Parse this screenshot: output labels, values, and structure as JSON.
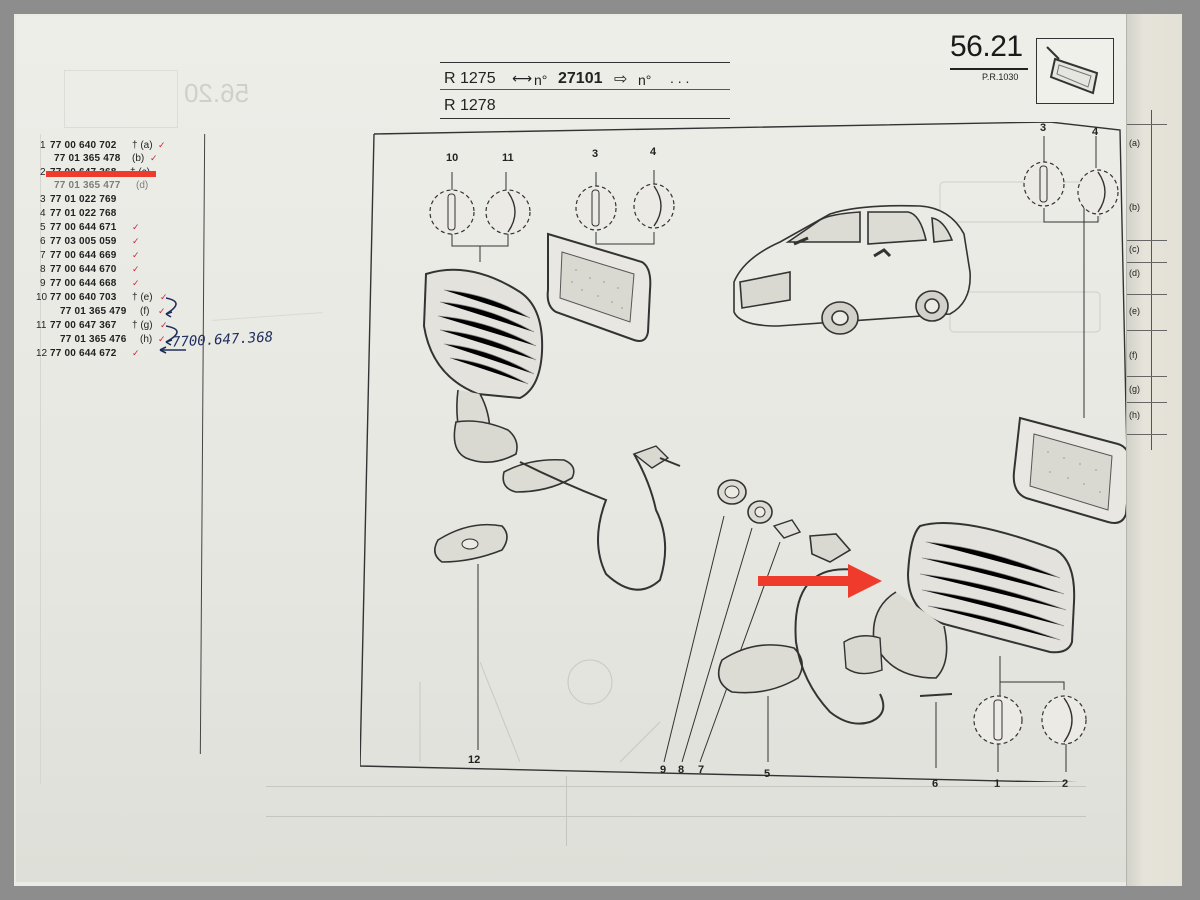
{
  "header": {
    "model_1": "R 1275",
    "no_1": "n°",
    "serial_from": "27101",
    "no_2": "n°",
    "serial_to": ". . .",
    "model_2": "R 1278"
  },
  "page_ref": {
    "section": "56.21",
    "pr": "P.R.1030",
    "ghost_section": "56.20"
  },
  "parts_list": [
    {
      "ref": "1",
      "number": "77 00 640 702",
      "note": "† (a)"
    },
    {
      "ref": "",
      "number": "77 01 365 478",
      "note": "(b)"
    },
    {
      "ref": "2",
      "number": "77 00 647 368",
      "note": "† (c)"
    },
    {
      "ref": "",
      "number": "77 01 365 477",
      "note": "(d)"
    },
    {
      "ref": "3",
      "number": "77 01 022 769",
      "note": ""
    },
    {
      "ref": "4",
      "number": "77 01 022 768",
      "note": ""
    },
    {
      "ref": "5",
      "number": "77 00 644 671",
      "note": ""
    },
    {
      "ref": "6",
      "number": "77 03 005 059",
      "note": ""
    },
    {
      "ref": "7",
      "number": "77 00 644 669",
      "note": ""
    },
    {
      "ref": "8",
      "number": "77 00 644 670",
      "note": ""
    },
    {
      "ref": "9",
      "number": "77 00 644 668",
      "note": ""
    },
    {
      "ref": "10",
      "number": "77 00 640 703",
      "note": "† (e)"
    },
    {
      "ref": "",
      "number": "77 01 365 479",
      "note": "(f)"
    },
    {
      "ref": "11",
      "number": "77 00 647 367",
      "note": "† (g)"
    },
    {
      "ref": "",
      "number": "77 01 365 476",
      "note": "(h)"
    },
    {
      "ref": "12",
      "number": "77 00 644 672",
      "note": ""
    }
  ],
  "handwritten_note": "7700.647.368",
  "diagram_labels": {
    "l10": "10",
    "l11": "11",
    "l3a": "3",
    "l4a": "4",
    "l3b": "3",
    "l4b": "4",
    "l12": "12",
    "l9": "9",
    "l8": "8",
    "l7": "7",
    "l5": "5",
    "l6": "6",
    "l1": "1",
    "l2": "2"
  },
  "notes_column": [
    "(a)",
    "(b)",
    "(c)",
    "(d)",
    "(e)",
    "(f)",
    "(g)",
    "(h)"
  ],
  "annotation_colors": {
    "highlight": "#ee3b2c",
    "checkmark": "#c8263a",
    "ink": "#1f2d5c"
  }
}
